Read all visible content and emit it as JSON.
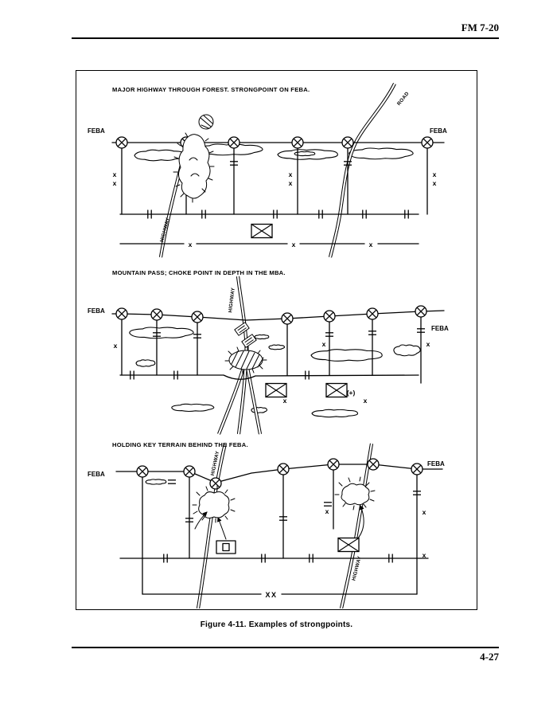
{
  "page": {
    "manual_ref": "FM 7-20",
    "page_number": "4-27",
    "figure_caption": "Figure 4-11.  Examples of strongpoints."
  },
  "symbols": {
    "x": "x",
    "xx": "XX",
    "plus": "(+)",
    "feba": "FEBA",
    "highway": "HIGHWAY",
    "road": "ROAD"
  },
  "diagrams": [
    {
      "title": "MAJOR HIGHWAY THROUGH FOREST.  STRONGPOINT ON FEBA."
    },
    {
      "title": "MOUNTAIN PASS; CHOKE POINT IN DEPTH IN THE MBA."
    },
    {
      "title": "HOLDING KEY TERRAIN BEHIND THE FEBA."
    }
  ]
}
